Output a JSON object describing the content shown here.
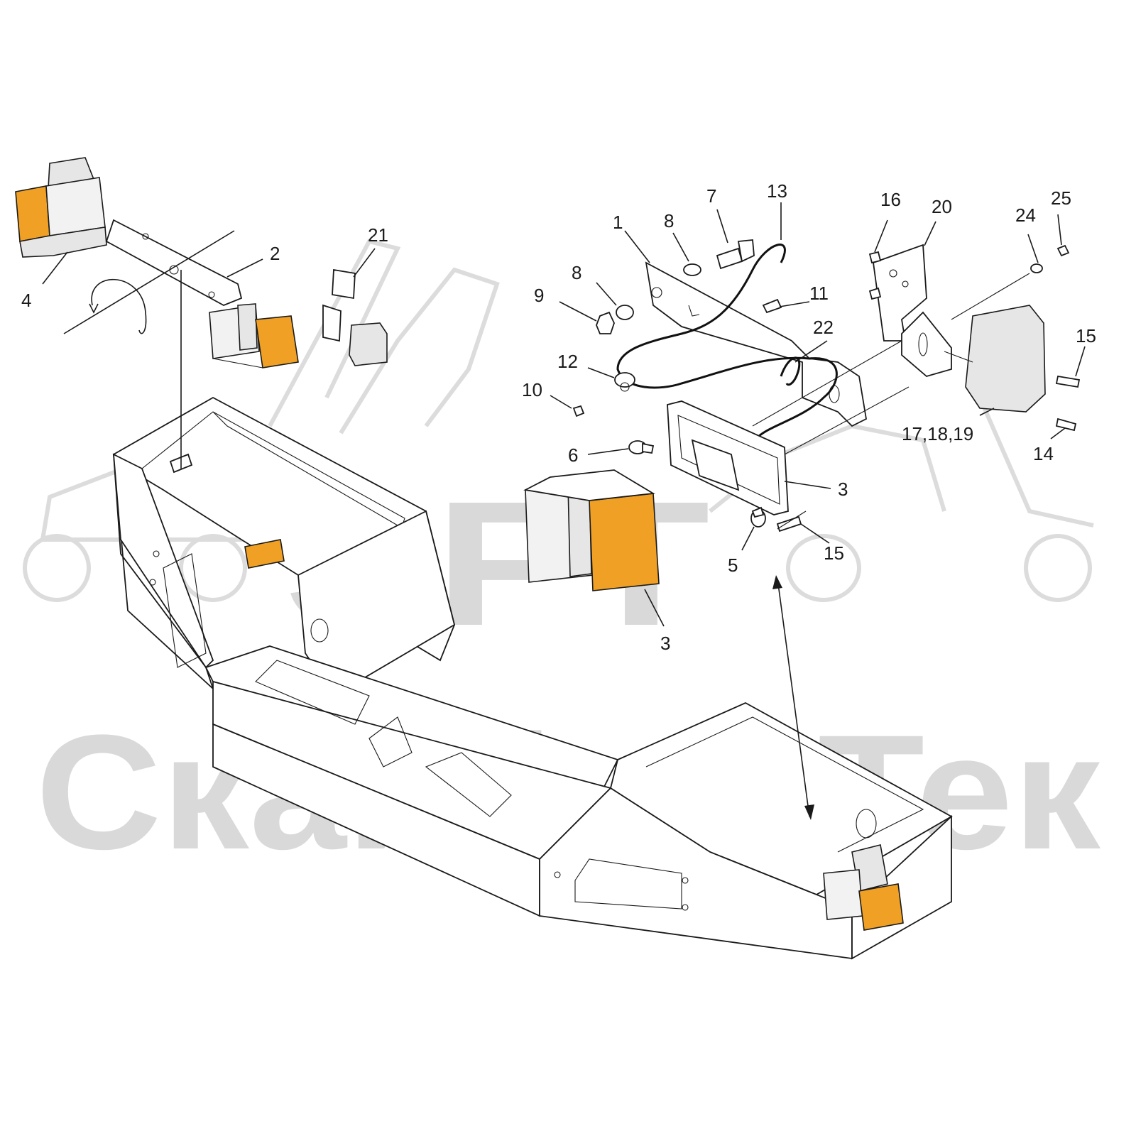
{
  "watermark": {
    "brand": "SFT",
    "company": "СкайфорТек"
  },
  "callouts": [
    {
      "id": "c1",
      "text": "1"
    },
    {
      "id": "c2",
      "text": "2"
    },
    {
      "id": "c3a",
      "text": "3"
    },
    {
      "id": "c3b",
      "text": "3"
    },
    {
      "id": "c4",
      "text": "4"
    },
    {
      "id": "c5",
      "text": "5"
    },
    {
      "id": "c6",
      "text": "6"
    },
    {
      "id": "c7",
      "text": "7"
    },
    {
      "id": "c8a",
      "text": "8"
    },
    {
      "id": "c8b",
      "text": "8"
    },
    {
      "id": "c9",
      "text": "9"
    },
    {
      "id": "c10",
      "text": "10"
    },
    {
      "id": "c11",
      "text": "11"
    },
    {
      "id": "c12",
      "text": "12"
    },
    {
      "id": "c13",
      "text": "13"
    },
    {
      "id": "c14",
      "text": "14"
    },
    {
      "id": "c15a",
      "text": "15"
    },
    {
      "id": "c15b",
      "text": "15"
    },
    {
      "id": "c16",
      "text": "16"
    },
    {
      "id": "c17",
      "text": "17,18,19"
    },
    {
      "id": "c20",
      "text": "20"
    },
    {
      "id": "c21",
      "text": "21"
    },
    {
      "id": "c22",
      "text": "22"
    },
    {
      "id": "c24",
      "text": "24"
    },
    {
      "id": "c25",
      "text": "25"
    }
  ],
  "colors": {
    "lamp_amber": "#f0a024",
    "line": "#1a1a1a",
    "watermark": "#d9d9d9"
  }
}
